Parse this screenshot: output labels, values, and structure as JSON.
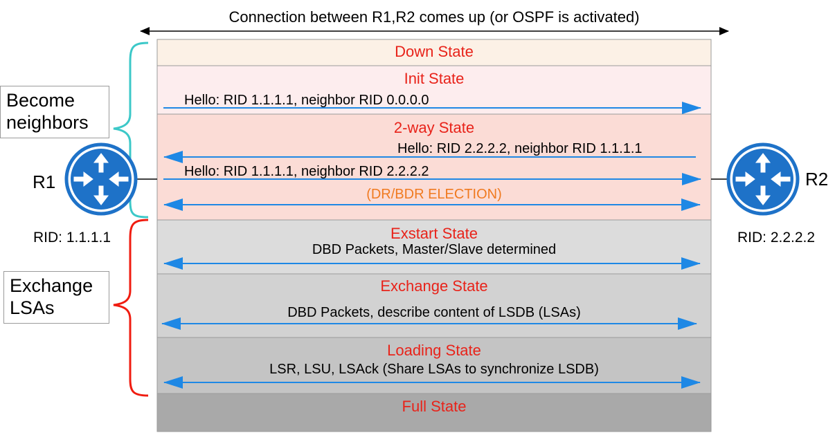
{
  "header": {
    "title": "Connection between R1,R2 comes up (or OSPF is activated)"
  },
  "states": [
    {
      "name": "Down State",
      "color": "#fcf1e6"
    },
    {
      "name": "Init State",
      "color": "#fdedee"
    },
    {
      "name": "2-way State",
      "color": "#fbdcd6"
    },
    {
      "name": "Exstart State",
      "color": "#dcdcdc"
    },
    {
      "name": "Exchange State",
      "color": "#d2d2d2"
    },
    {
      "name": "Loading State",
      "color": "#c4c4c4"
    },
    {
      "name": "Full State",
      "color": "#a9a9a9"
    }
  ],
  "messages": {
    "init_hello": "Hello: RID 1.1.1.1, neighbor RID 0.0.0.0",
    "twoway_hello_r2": "Hello: RID 2.2.2.2, neighbor RID 1.1.1.1",
    "twoway_hello_r1": "Hello: RID 1.1.1.1, neighbor RID 2.2.2.2",
    "dr_bdr": "(DR/BDR ELECTION)",
    "exstart": "DBD Packets, Master/Slave determined",
    "exchange": "DBD Packets, describe content of LSDB (LSAs)",
    "loading": "LSR, LSU, LSAck (Share LSAs to synchronize LSDB)"
  },
  "groups": {
    "neighbors": {
      "line1": "Become",
      "line2": "neighbors",
      "brace_color": "#3cc8c8"
    },
    "exchange": {
      "line1": "Exchange",
      "line2": "LSAs",
      "brace_color": "#f01c10"
    }
  },
  "routers": {
    "r1": {
      "name": "R1",
      "rid": "RID: 1.1.1.1"
    },
    "r2": {
      "name": "R2",
      "rid": "RID: 2.2.2.2"
    }
  },
  "colors": {
    "arrow": "#1e88e5",
    "router": "#1e72c8",
    "state_text": "#e8231a",
    "dr_text": "#f07a20"
  }
}
